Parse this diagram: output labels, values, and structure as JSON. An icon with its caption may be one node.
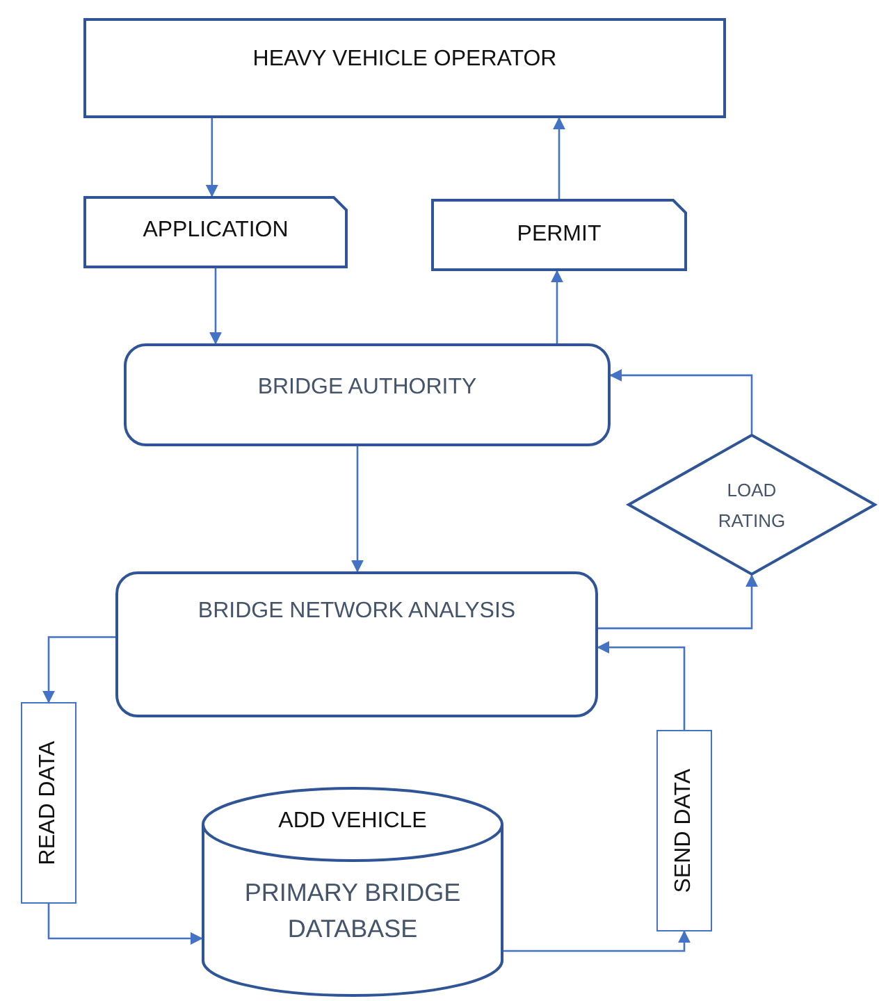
{
  "diagram": {
    "nodes": [
      {
        "text": [
          "HEAVY VEHICLE OPERATOR"
        ]
      },
      {
        "text": [
          "APPLICATION"
        ]
      },
      {
        "text": [
          "PERMIT"
        ]
      },
      {
        "text": [
          "BRIDGE AUTHORITY"
        ]
      },
      {
        "text": [
          "LOAD RATING"
        ]
      },
      {
        "text": [
          "BRIDGE NETWORK ANALYSIS"
        ]
      },
      {
        "text": [
          "READ DATA"
        ]
      },
      {
        "text": [
          "ADD VEHICLE",
          "PRIMARY BRIDGE DATABASE"
        ]
      },
      {
        "text": [
          "SEND DATA"
        ]
      }
    ],
    "edges": [
      {
        "from": 0,
        "to": 1,
        "arrow": "to"
      },
      {
        "from": 1,
        "to": 3,
        "arrow": "to"
      },
      {
        "from": 3,
        "to": 2,
        "arrow": "to"
      },
      {
        "from": 2,
        "to": 0,
        "arrow": "to"
      },
      {
        "from": 3,
        "to": 5,
        "arrow": "to"
      },
      {
        "from": 5,
        "to": 4,
        "arrow": "to"
      },
      {
        "from": 4,
        "to": 3,
        "arrow": "to"
      },
      {
        "from": 5,
        "to": 6,
        "arrow": "to"
      },
      {
        "from": 6,
        "to": 7,
        "arrow": "to"
      },
      {
        "from": 7,
        "to": 8,
        "arrow": "to"
      },
      {
        "from": 8,
        "to": 5,
        "arrow": "to"
      }
    ]
  }
}
